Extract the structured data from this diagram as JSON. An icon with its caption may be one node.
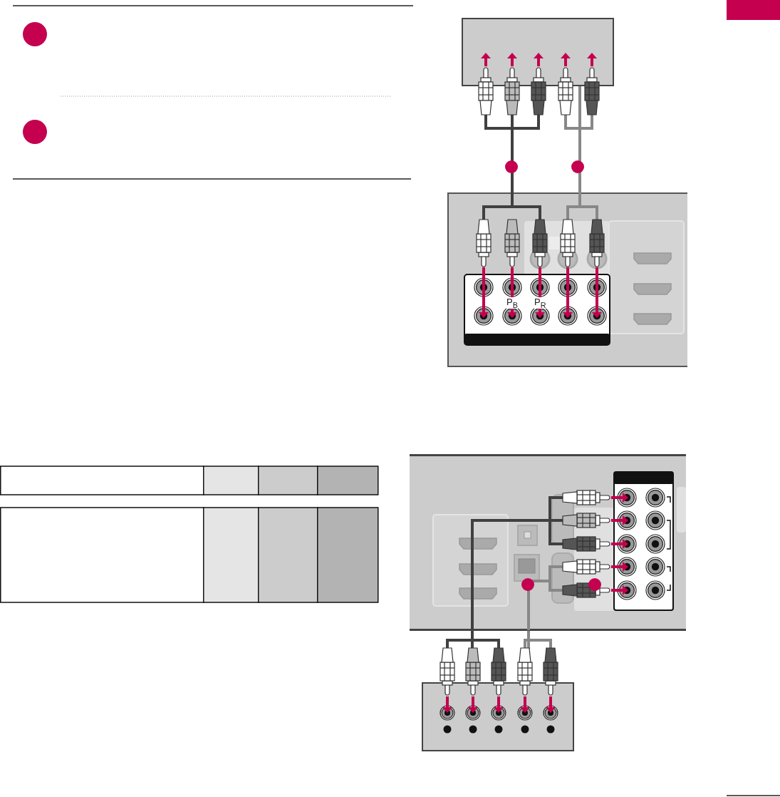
{
  "diagram": {
    "nodes": [
      {
        "text": [],
        "shape": "box"
      },
      {
        "text": [],
        "shape": "box"
      },
      {
        "text": [],
        "shape": "box"
      },
      {
        "text": [],
        "shape": "box"
      },
      {
        "text": [],
        "shape": "bar"
      }
    ],
    "edges": [
      {
        "from": 0,
        "to": 1,
        "arrow": "none",
        "color": "#404040"
      },
      {
        "from": 0,
        "to": 1,
        "arrow": "none",
        "color": "#888888"
      },
      {
        "from": 2,
        "to": 3,
        "arrow": "none",
        "color": "#404040"
      },
      {
        "from": 2,
        "to": 3,
        "arrow": "none",
        "color": "#888888"
      }
    ],
    "labels": [
      "P$_{B}$",
      "P$_{R}$"
    ]
  }
}
